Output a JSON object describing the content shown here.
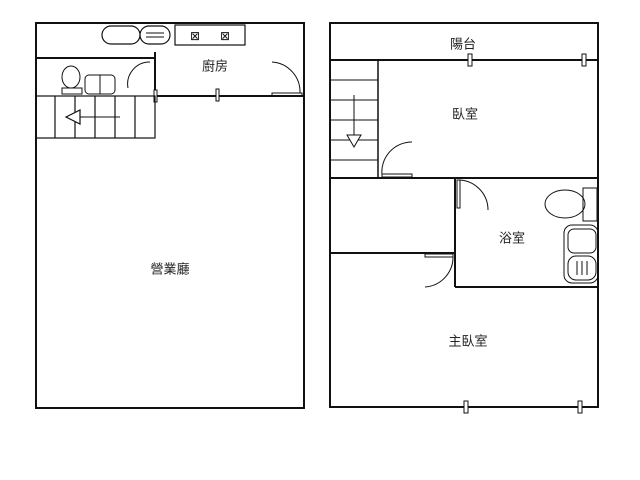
{
  "rooms": {
    "kitchen": "廚房",
    "hall": "營業廳",
    "balcony": "陽台",
    "bedroom": "臥室",
    "bathroom": "浴室",
    "master_bedroom": "主臥室"
  }
}
